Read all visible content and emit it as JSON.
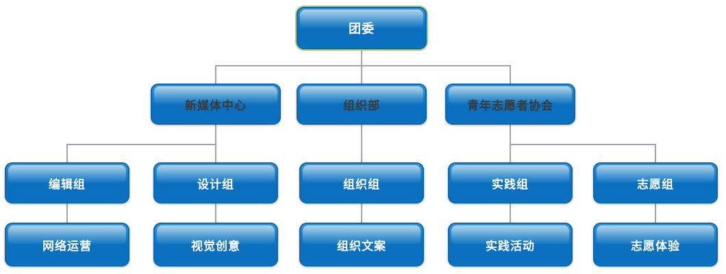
{
  "diagram_type": "org-chart",
  "colors": {
    "node_fill": "#0a6fbe",
    "node_fill_highlight": "#3d97d3",
    "node_border": "#0b67ad",
    "root_selection_border": "#a9cf7c",
    "connector": "#a3a3a3",
    "text_light": "#ffffff",
    "text_dark": "#3a3a3a",
    "background": "#ffffff"
  },
  "nodes": {
    "root": {
      "label": "团委",
      "selected": true
    },
    "new_media_center": {
      "label": "新媒体中心"
    },
    "organization_dept": {
      "label": "组织部"
    },
    "youth_volunteers_assoc": {
      "label": "青年志愿者协会"
    },
    "editing_group": {
      "label": "编辑组"
    },
    "design_group": {
      "label": "设计组"
    },
    "organizing_group": {
      "label": "组织组"
    },
    "practice_group": {
      "label": "实践组"
    },
    "volunteer_group": {
      "label": "志愿组"
    },
    "network_operations": {
      "label": "网络运营"
    },
    "visual_creativity": {
      "label": "视觉创意"
    },
    "org_copywriting": {
      "label": "组织文案"
    },
    "practice_activities": {
      "label": "实践活动"
    },
    "volunteer_experience": {
      "label": "志愿体验"
    }
  },
  "hierarchy": {
    "label": "团委",
    "children": [
      {
        "label": "新媒体中心",
        "children": [
          {
            "label": "编辑组",
            "children": [
              {
                "label": "网络运营"
              }
            ]
          },
          {
            "label": "设计组",
            "children": [
              {
                "label": "视觉创意"
              }
            ]
          }
        ]
      },
      {
        "label": "组织部",
        "children": [
          {
            "label": "组织组",
            "children": [
              {
                "label": "组织文案"
              }
            ]
          }
        ]
      },
      {
        "label": "青年志愿者协会",
        "children": [
          {
            "label": "实践组",
            "children": [
              {
                "label": "实践活动"
              }
            ]
          },
          {
            "label": "志愿组",
            "children": [
              {
                "label": "志愿体验"
              }
            ]
          }
        ]
      }
    ]
  }
}
